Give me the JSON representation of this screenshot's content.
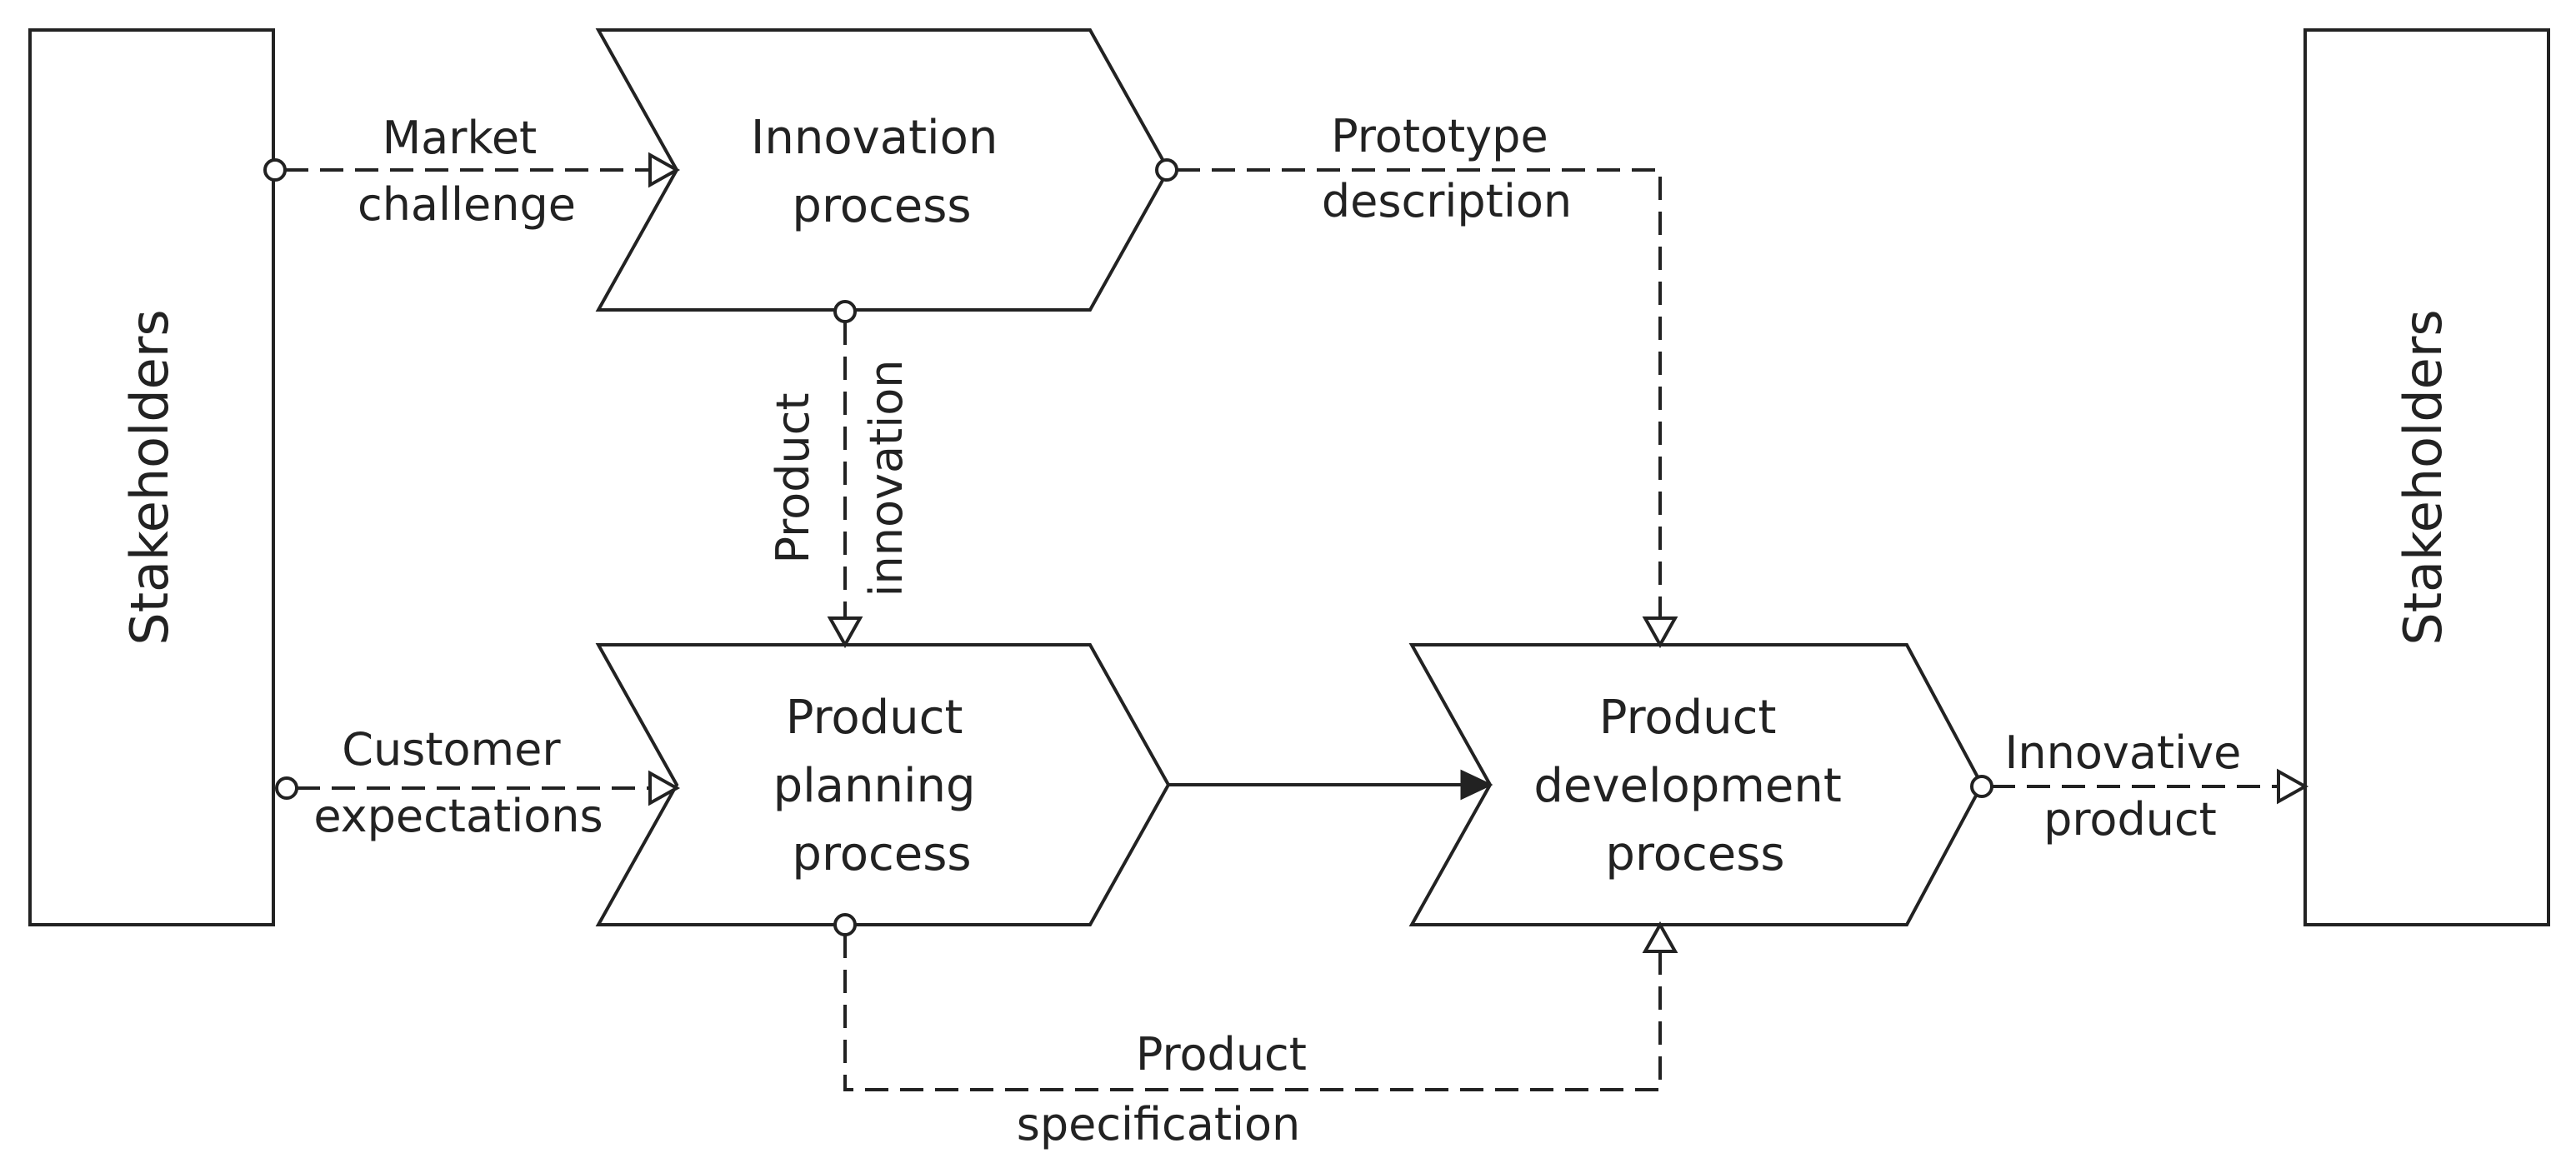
{
  "nodes": {
    "stakeholders_left": "Stakeholders",
    "innovation": [
      "Innovation",
      "process"
    ],
    "planning": [
      "Product",
      "planning",
      "process"
    ],
    "development": [
      "Product",
      "development",
      "process"
    ],
    "stakeholders_right": "Stakeholders"
  },
  "flows": {
    "market_challenge": [
      "Market",
      "challenge"
    ],
    "customer_expectations": [
      "Customer",
      "expectations"
    ],
    "prototype_description": [
      "Prototype",
      "description"
    ],
    "product_innovation": [
      "Product",
      "innovation"
    ],
    "innovative_product": [
      "Innovative",
      "product"
    ],
    "product_specification": [
      "Product",
      "specification"
    ]
  }
}
